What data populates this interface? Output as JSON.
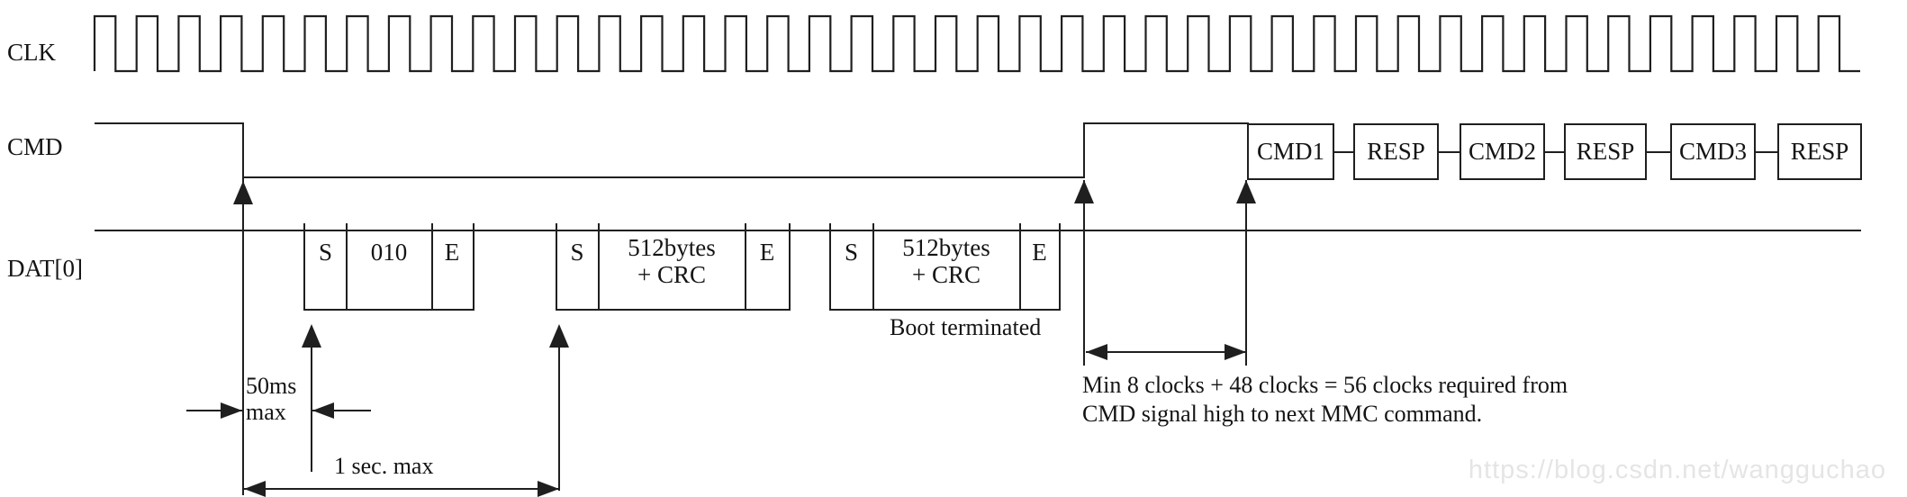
{
  "signals": {
    "clk": {
      "label": "CLK"
    },
    "cmd": {
      "label": "CMD"
    },
    "dat": {
      "label": "DAT[0]"
    }
  },
  "cmd_sequence": [
    "CMD1",
    "RESP",
    "CMD2",
    "RESP",
    "CMD3",
    "RESP"
  ],
  "dat_frames": [
    {
      "cells": [
        "S",
        "010",
        "E"
      ]
    },
    {
      "cells": [
        "S",
        "512bytes",
        "+ CRC",
        "E"
      ]
    },
    {
      "cells": [
        "S",
        "512bytes",
        "+ CRC",
        "E"
      ]
    }
  ],
  "annotations": {
    "boot_terminated": "Boot terminated",
    "delay_50ms_line1": "50ms",
    "delay_50ms_line2": "max",
    "delay_1sec": "1 sec. max",
    "min_clocks_line1": "Min 8 clocks + 48 clocks = 56 clocks required from",
    "min_clocks_line2": "CMD signal high to next MMC command."
  },
  "watermark": {
    "text": "https://blog.csdn.net/wangguchao"
  },
  "colors": {
    "line": "#1f1f1f",
    "text": "#141414",
    "watermark": "#e6e4e4",
    "background": "#ffffff"
  }
}
